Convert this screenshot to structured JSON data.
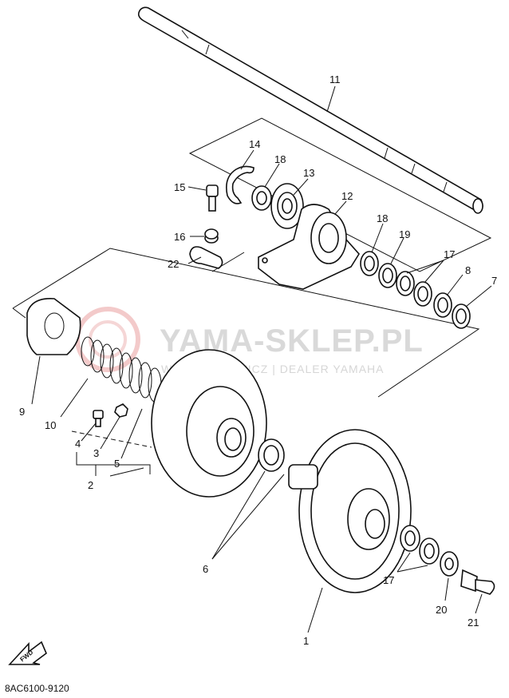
{
  "watermark": {
    "title": "YAMA-SKLEP.PL",
    "subtitle": "WOJCIECHOWICZ | DEALER YAMAHA"
  },
  "diagram_code": "8AC6100-9120",
  "fwd_label": "FWD",
  "callouts": {
    "c1": "1",
    "c2": "2",
    "c3": "3",
    "c4": "4",
    "c5": "5",
    "c6": "6",
    "c7": "7",
    "c8": "8",
    "c9": "9",
    "c10": "10",
    "c11": "11",
    "c12": "12",
    "c13": "13",
    "c14": "14",
    "c15": "15",
    "c16": "16",
    "c17a": "17",
    "c17b": "17",
    "c18a": "18",
    "c18b": "18",
    "c19": "19",
    "c20": "20",
    "c21": "21",
    "c22": "22"
  }
}
